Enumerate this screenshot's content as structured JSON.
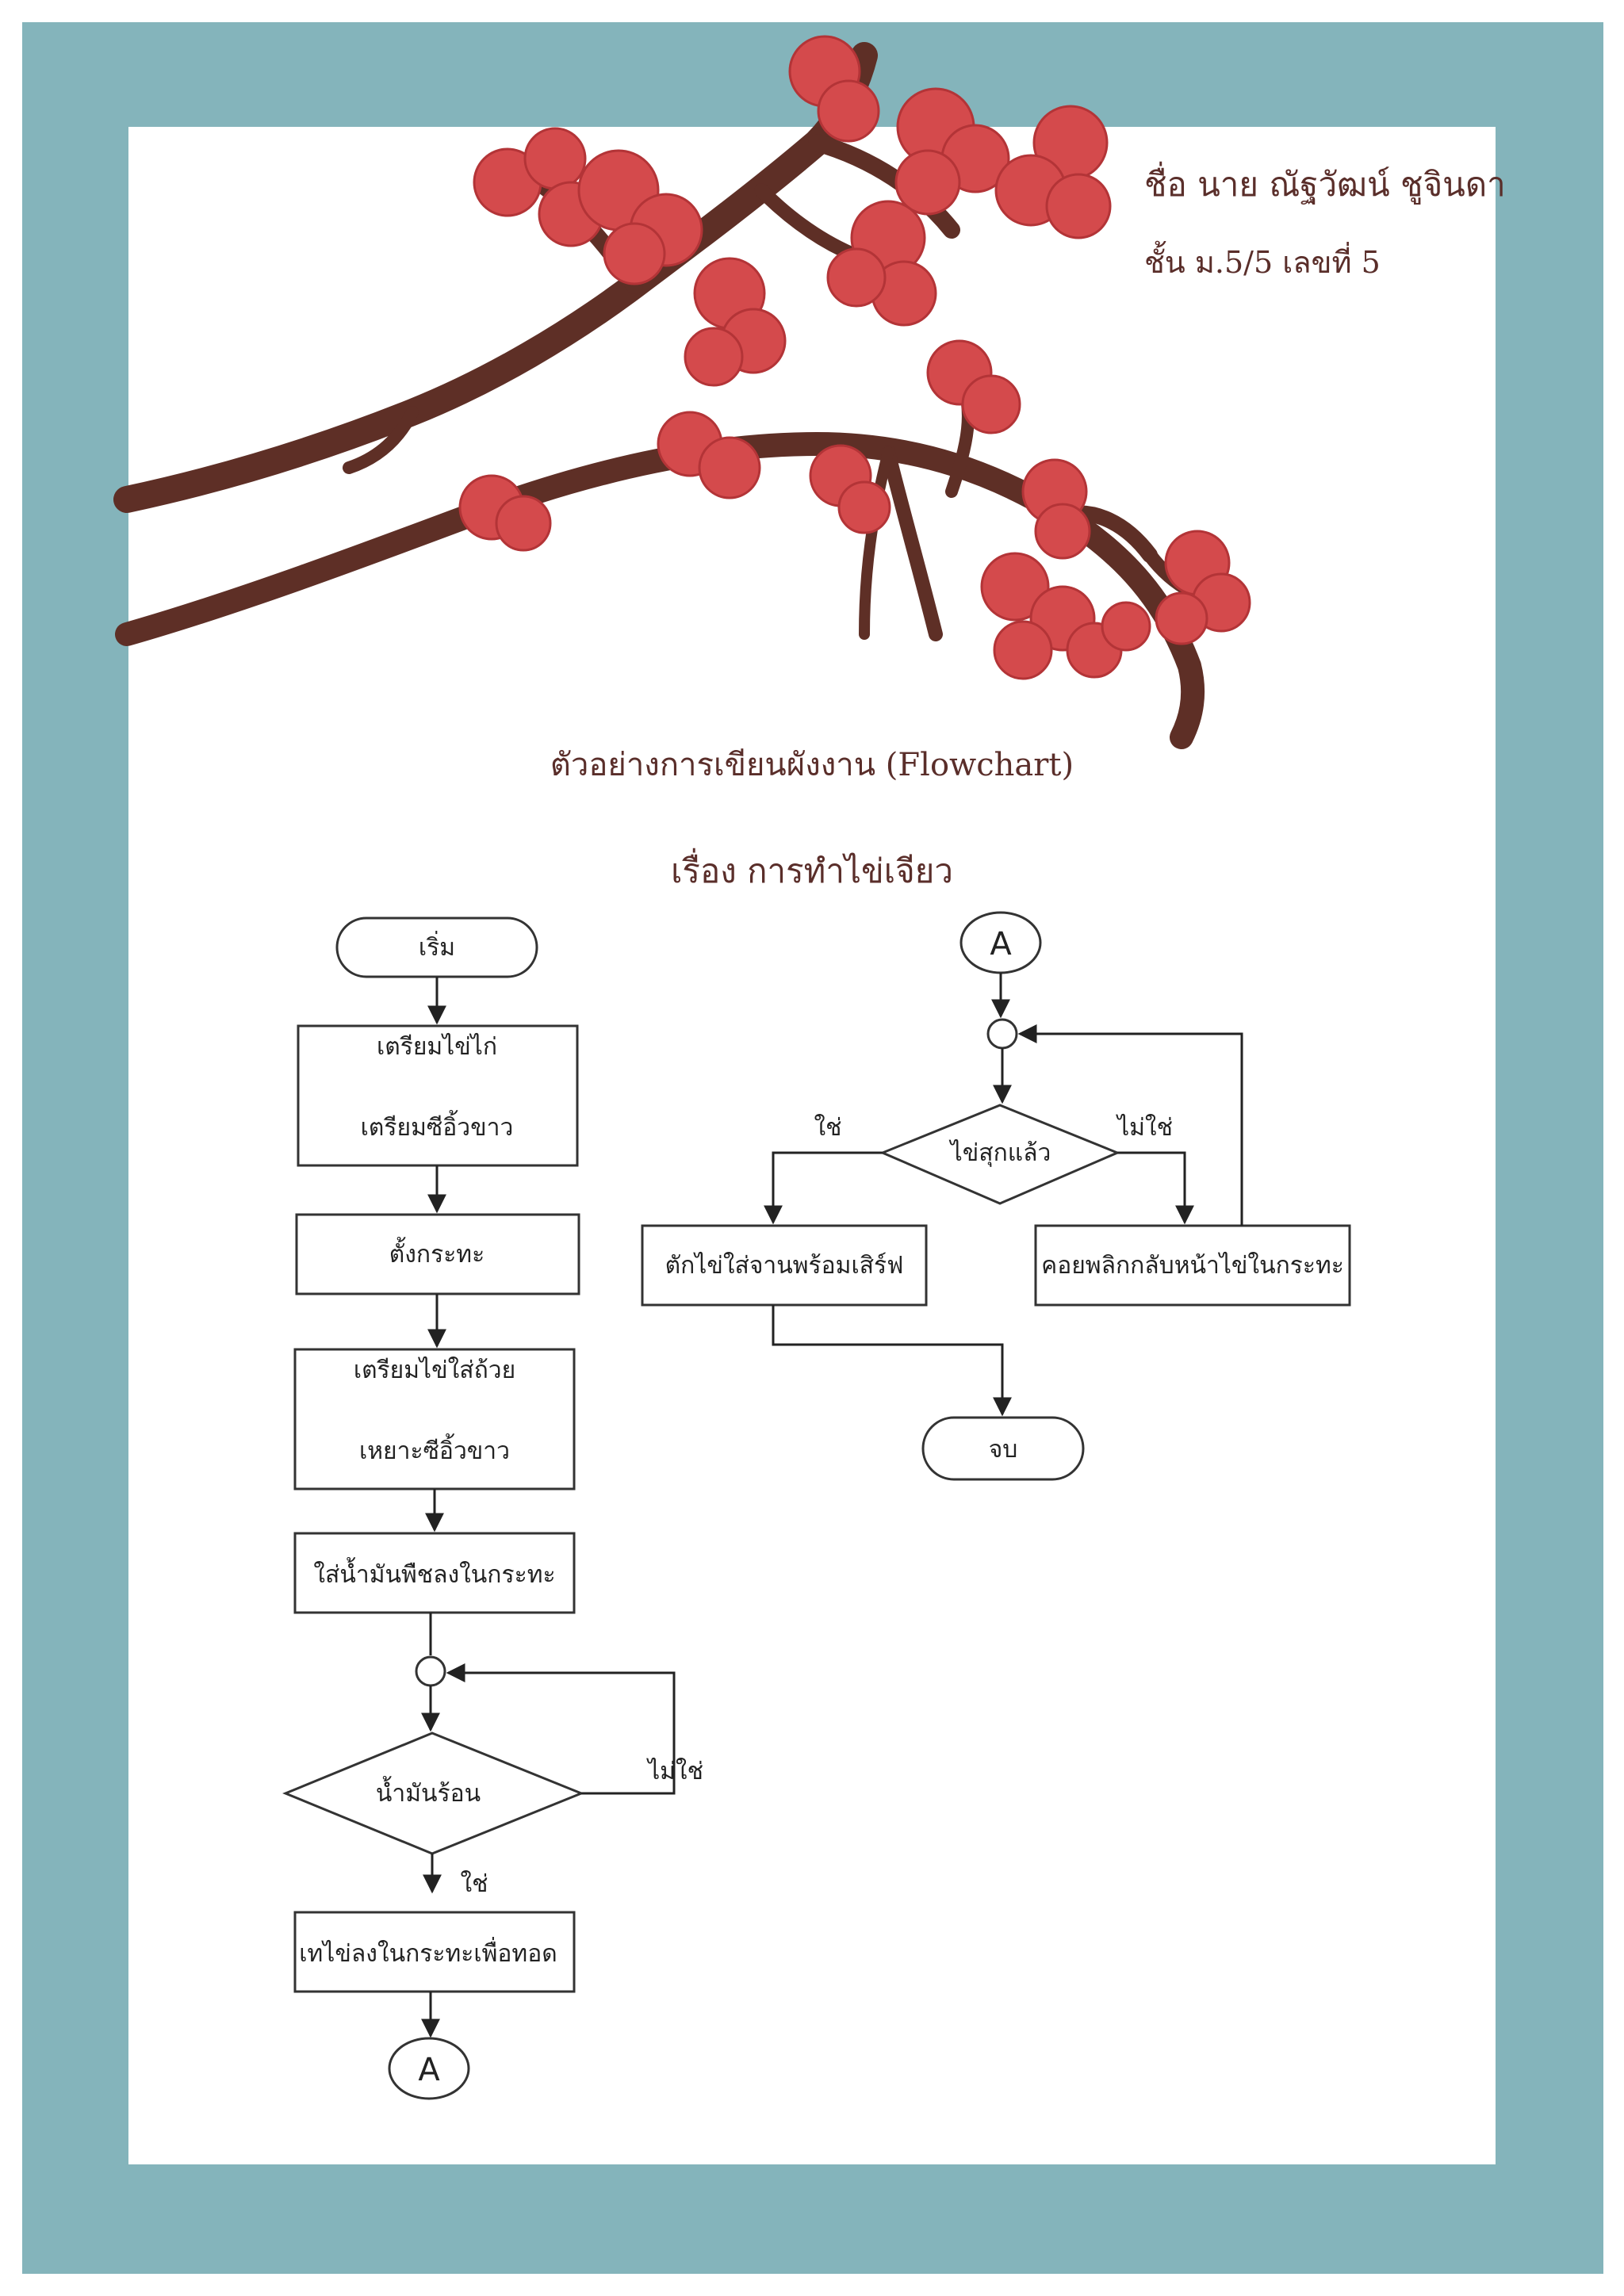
{
  "header": {
    "author_name": "ชื่อ นาย ณัฐวัฒน์  ชูจินดา",
    "author_class": "ชั้น ม.5/5 เลขที่ 5"
  },
  "title": "ตัวอย่างการเขียนผังงาน (Flowchart)",
  "subtitle": "เรื่อง การทำไข่เจียว",
  "flowchart": {
    "start": "เริ่ม",
    "prep_egg": "เตรียมไข่ไก่",
    "prep_sauce": "เตรียมซีอิ้วขาว",
    "set_pan": "ตั้งกระทะ",
    "egg_bowl": "เตรียมไข่ใส่ถ้วย",
    "add_sauce": "เหยาะซีอิ้วขาว",
    "add_oil": "ใส่น้ำมันพืชลงในกระทะ",
    "oil_hot": "น้ำมันร้อน",
    "no": "ไม่ใช่",
    "yes": "ใช่",
    "pour_egg": "เทไข่ลงในกระทะเพื่อทอด",
    "connector": "A",
    "egg_cooked": "ไข่สุกแล้ว",
    "serve": "ตักไข่ใส่จานพร้อมเสิร์ฟ",
    "flip": "คอยพลิกกลับหน้าไข่ในกระทะ",
    "end": "จบ"
  },
  "colors": {
    "frame": "#84b4bb",
    "branch": "#5e2f26",
    "blossom": "#d44a4c",
    "text": "#5a2e2a"
  }
}
